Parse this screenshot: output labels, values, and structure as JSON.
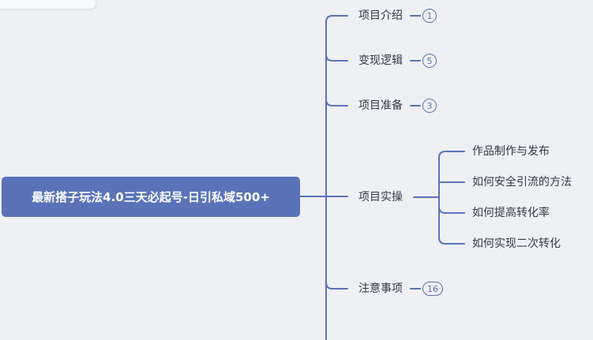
{
  "root": {
    "label": "最新搭子玩法4.0三天必起号-日引私域500+"
  },
  "branches": [
    {
      "label": "项目介绍",
      "count": "1"
    },
    {
      "label": "变现逻辑",
      "count": "5"
    },
    {
      "label": "项目准备",
      "count": "3"
    },
    {
      "label": "项目实操",
      "children": [
        {
          "label": "作品制作与发布"
        },
        {
          "label": "如何安全引流的方法"
        },
        {
          "label": "如何提高转化率"
        },
        {
          "label": "如何实现二次转化"
        }
      ]
    },
    {
      "label": "注意事项",
      "count": "16"
    }
  ],
  "colors": {
    "accent": "#5a73b8",
    "background": "#eef0f3",
    "text": "#333a45"
  }
}
